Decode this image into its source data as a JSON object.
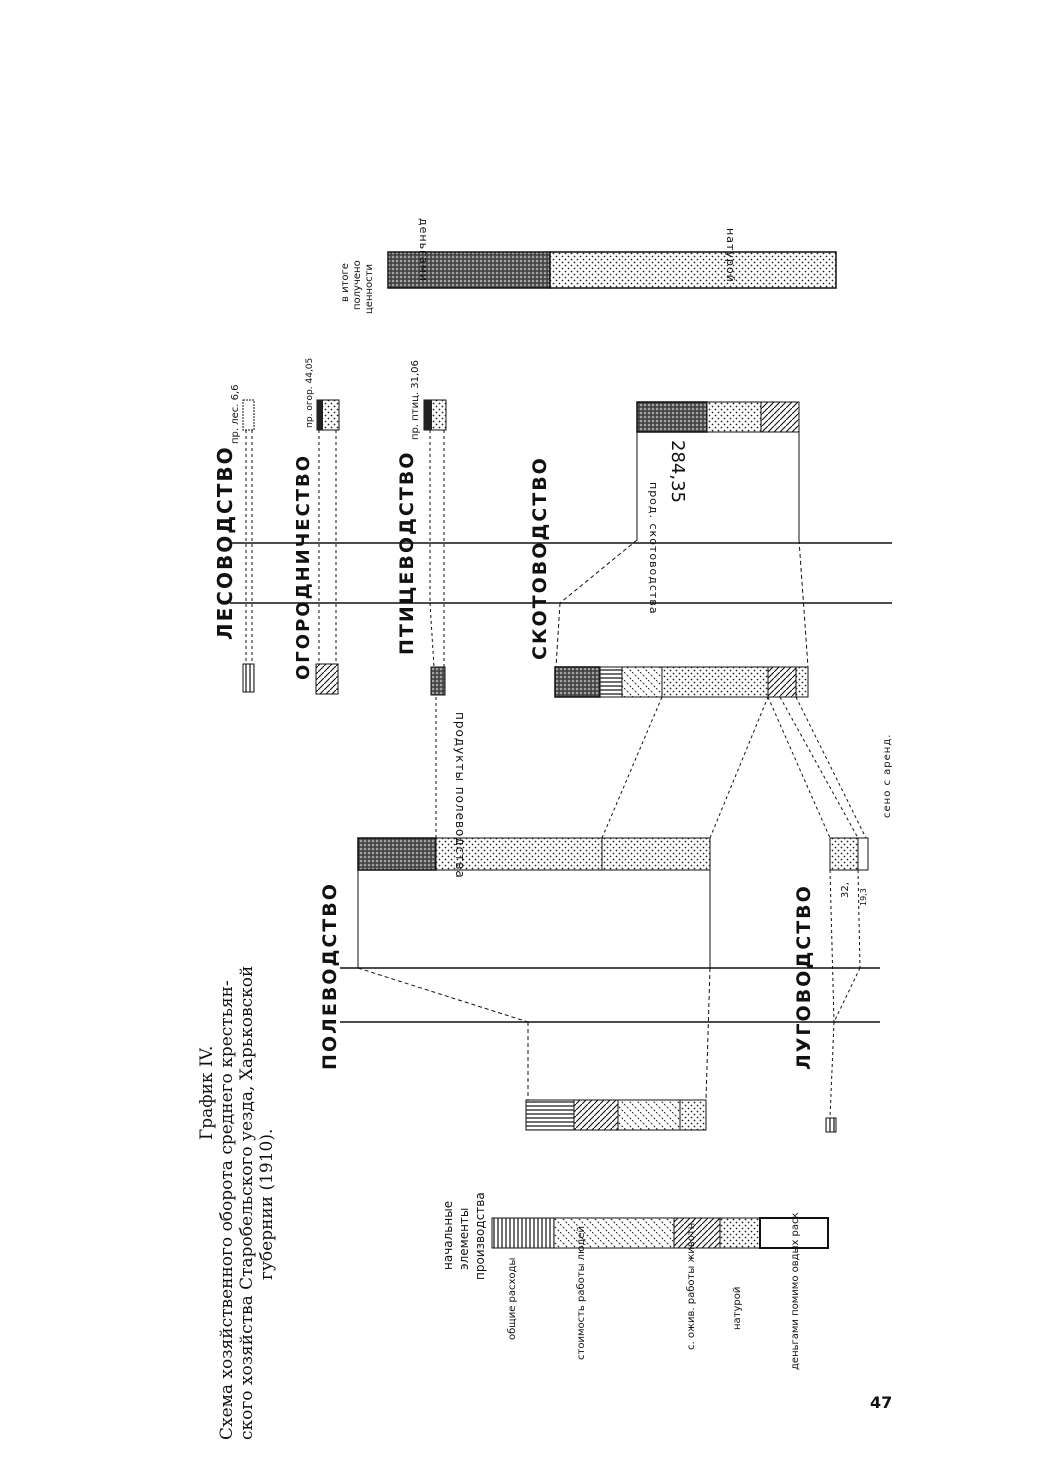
{
  "caption": {
    "line1": "График IV.",
    "line2": "Схема хозяйственного оборота среднего крестьян-",
    "line3": "ского хозяйства Старобельского уезда, Харьковской",
    "line4": "губернии (1910)."
  },
  "sections": {
    "lesovodstvo": "ЛЕСОВОДСТВО",
    "ogorodnichestvo": "ОГОРОДНИЧЕСТВО",
    "ptitsevodstvo": "ПТИЦЕВОДСТВО",
    "skotovodstvo": "СКОТОВОДСТВО",
    "polevodstvo": "ПОЛЕВОДСТВО",
    "lugovodstvo": "ЛУГОВОДСТВО"
  },
  "product_labels": {
    "les": "пр. лес. 6,6",
    "ogor": "пр. огор. 44,05",
    "ptits": "пр. птиц. 31,06",
    "skot_title": "прод. скотоводства",
    "skot_value": "284,35",
    "pole": "продукты полеводства",
    "seno_arend": "сено с аренд.",
    "val_32": "32,",
    "val_19": "19,3"
  },
  "total": {
    "title_1": "в итоге",
    "title_2": "получено",
    "title_3": "ценности",
    "dengami": "деньгами",
    "naturoy": "натурой"
  },
  "legend": {
    "title_1": "начальные",
    "title_2": "элементы",
    "title_3": "производства",
    "items": [
      "общие расходы",
      "стоимость работы людей",
      "с. ожив. работы животн.",
      "натурой",
      "деньгами помимо овдых раск"
    ]
  },
  "page_number": "47"
}
